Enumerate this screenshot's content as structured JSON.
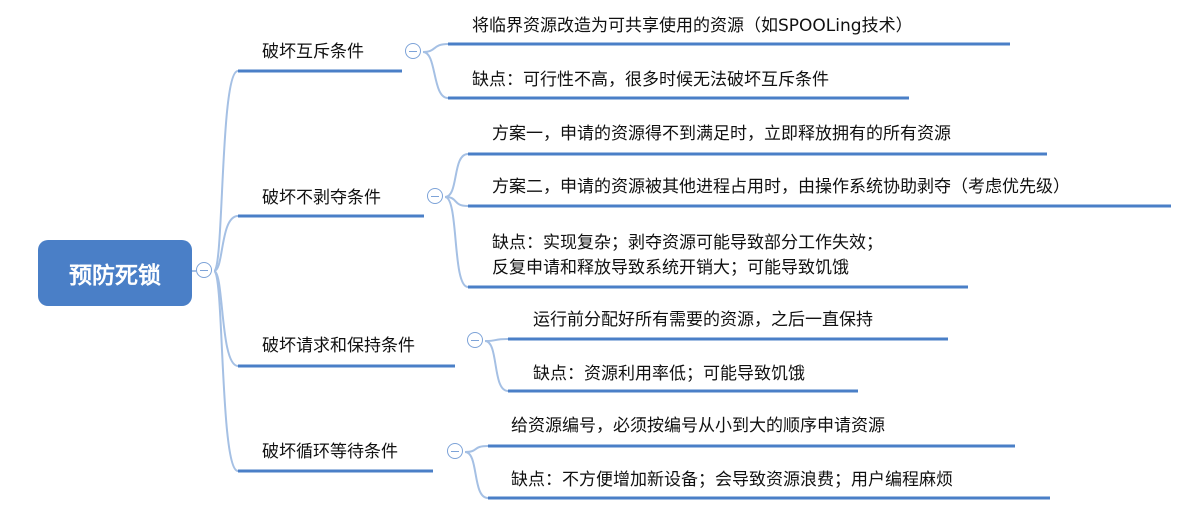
{
  "colors": {
    "root_fill": "#4a7fc7",
    "branch_line": "#4a7fc7",
    "connector": "#a5c0e4",
    "toggle": "#7da3d8"
  },
  "root": {
    "label": "预防死锁"
  },
  "branches": [
    {
      "label": "破坏互斥条件",
      "children": [
        {
          "text": "将临界资源改造为可共享使用的资源（如SPOOLing技术）"
        },
        {
          "text": "缺点：可行性不高，很多时候无法破坏互斥条件"
        }
      ]
    },
    {
      "label": "破坏不剥夺条件",
      "children": [
        {
          "text": "方案一，申请的资源得不到满足时，立即释放拥有的所有资源"
        },
        {
          "text": "方案二，申请的资源被其他进程占用时，由操作系统协助剥夺（考虑优先级）"
        },
        {
          "lines": [
            "缺点：实现复杂；剥夺资源可能导致部分工作失效；",
            "反复申请和释放导致系统开销大；可能导致饥饿"
          ]
        }
      ]
    },
    {
      "label": "破坏请求和保持条件",
      "children": [
        {
          "text": "运行前分配好所有需要的资源，之后一直保持"
        },
        {
          "text": "缺点：资源利用率低；可能导致饥饿"
        }
      ]
    },
    {
      "label": "破坏循环等待条件",
      "children": [
        {
          "text": "给资源编号，必须按编号从小到大的顺序申请资源"
        },
        {
          "text": "缺点：不方便增加新设备；会导致资源浪费；用户编程麻烦"
        }
      ]
    }
  ]
}
